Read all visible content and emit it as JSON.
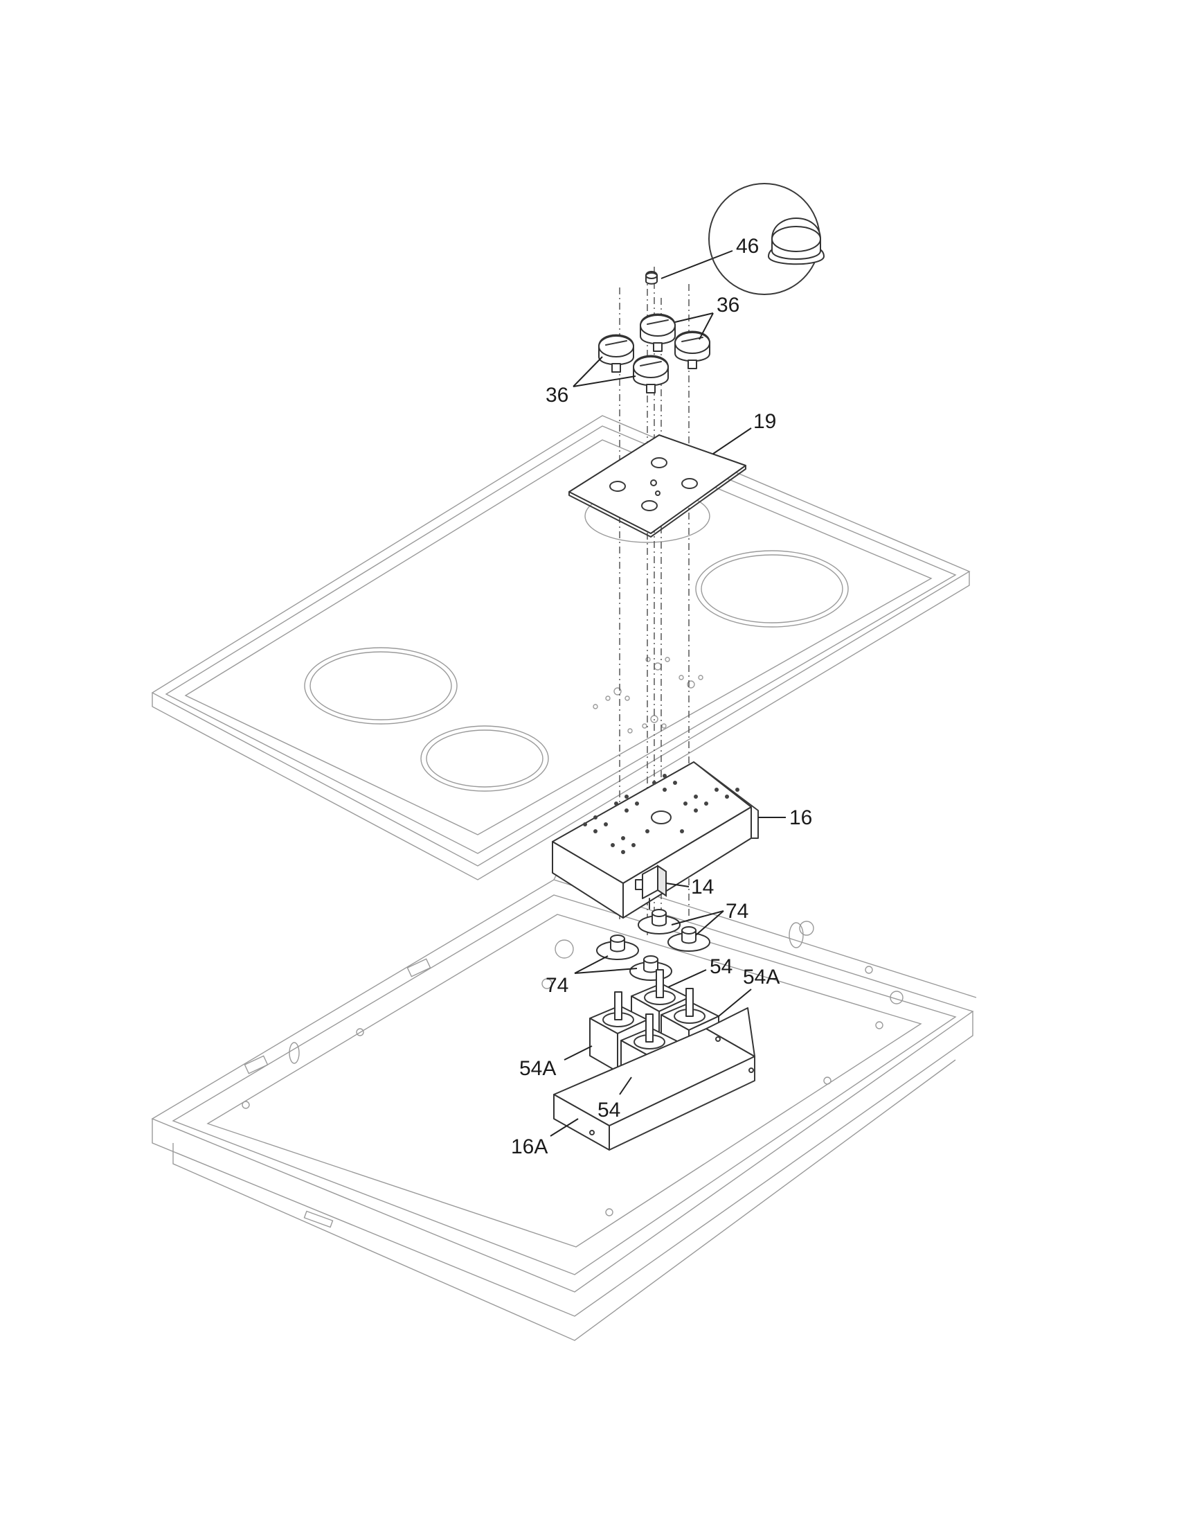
{
  "callouts": {
    "c46": "46",
    "c36a": "36",
    "c36b": "36",
    "c19": "19",
    "c16": "16",
    "c14": "14",
    "c74a": "74",
    "c74b": "74",
    "c54a": "54",
    "c54aA": "54A",
    "c54b": "54",
    "c54bA": "54A",
    "c16A": "16A"
  },
  "colors": {
    "line": "#3a3a3a",
    "background": "#ffffff"
  }
}
